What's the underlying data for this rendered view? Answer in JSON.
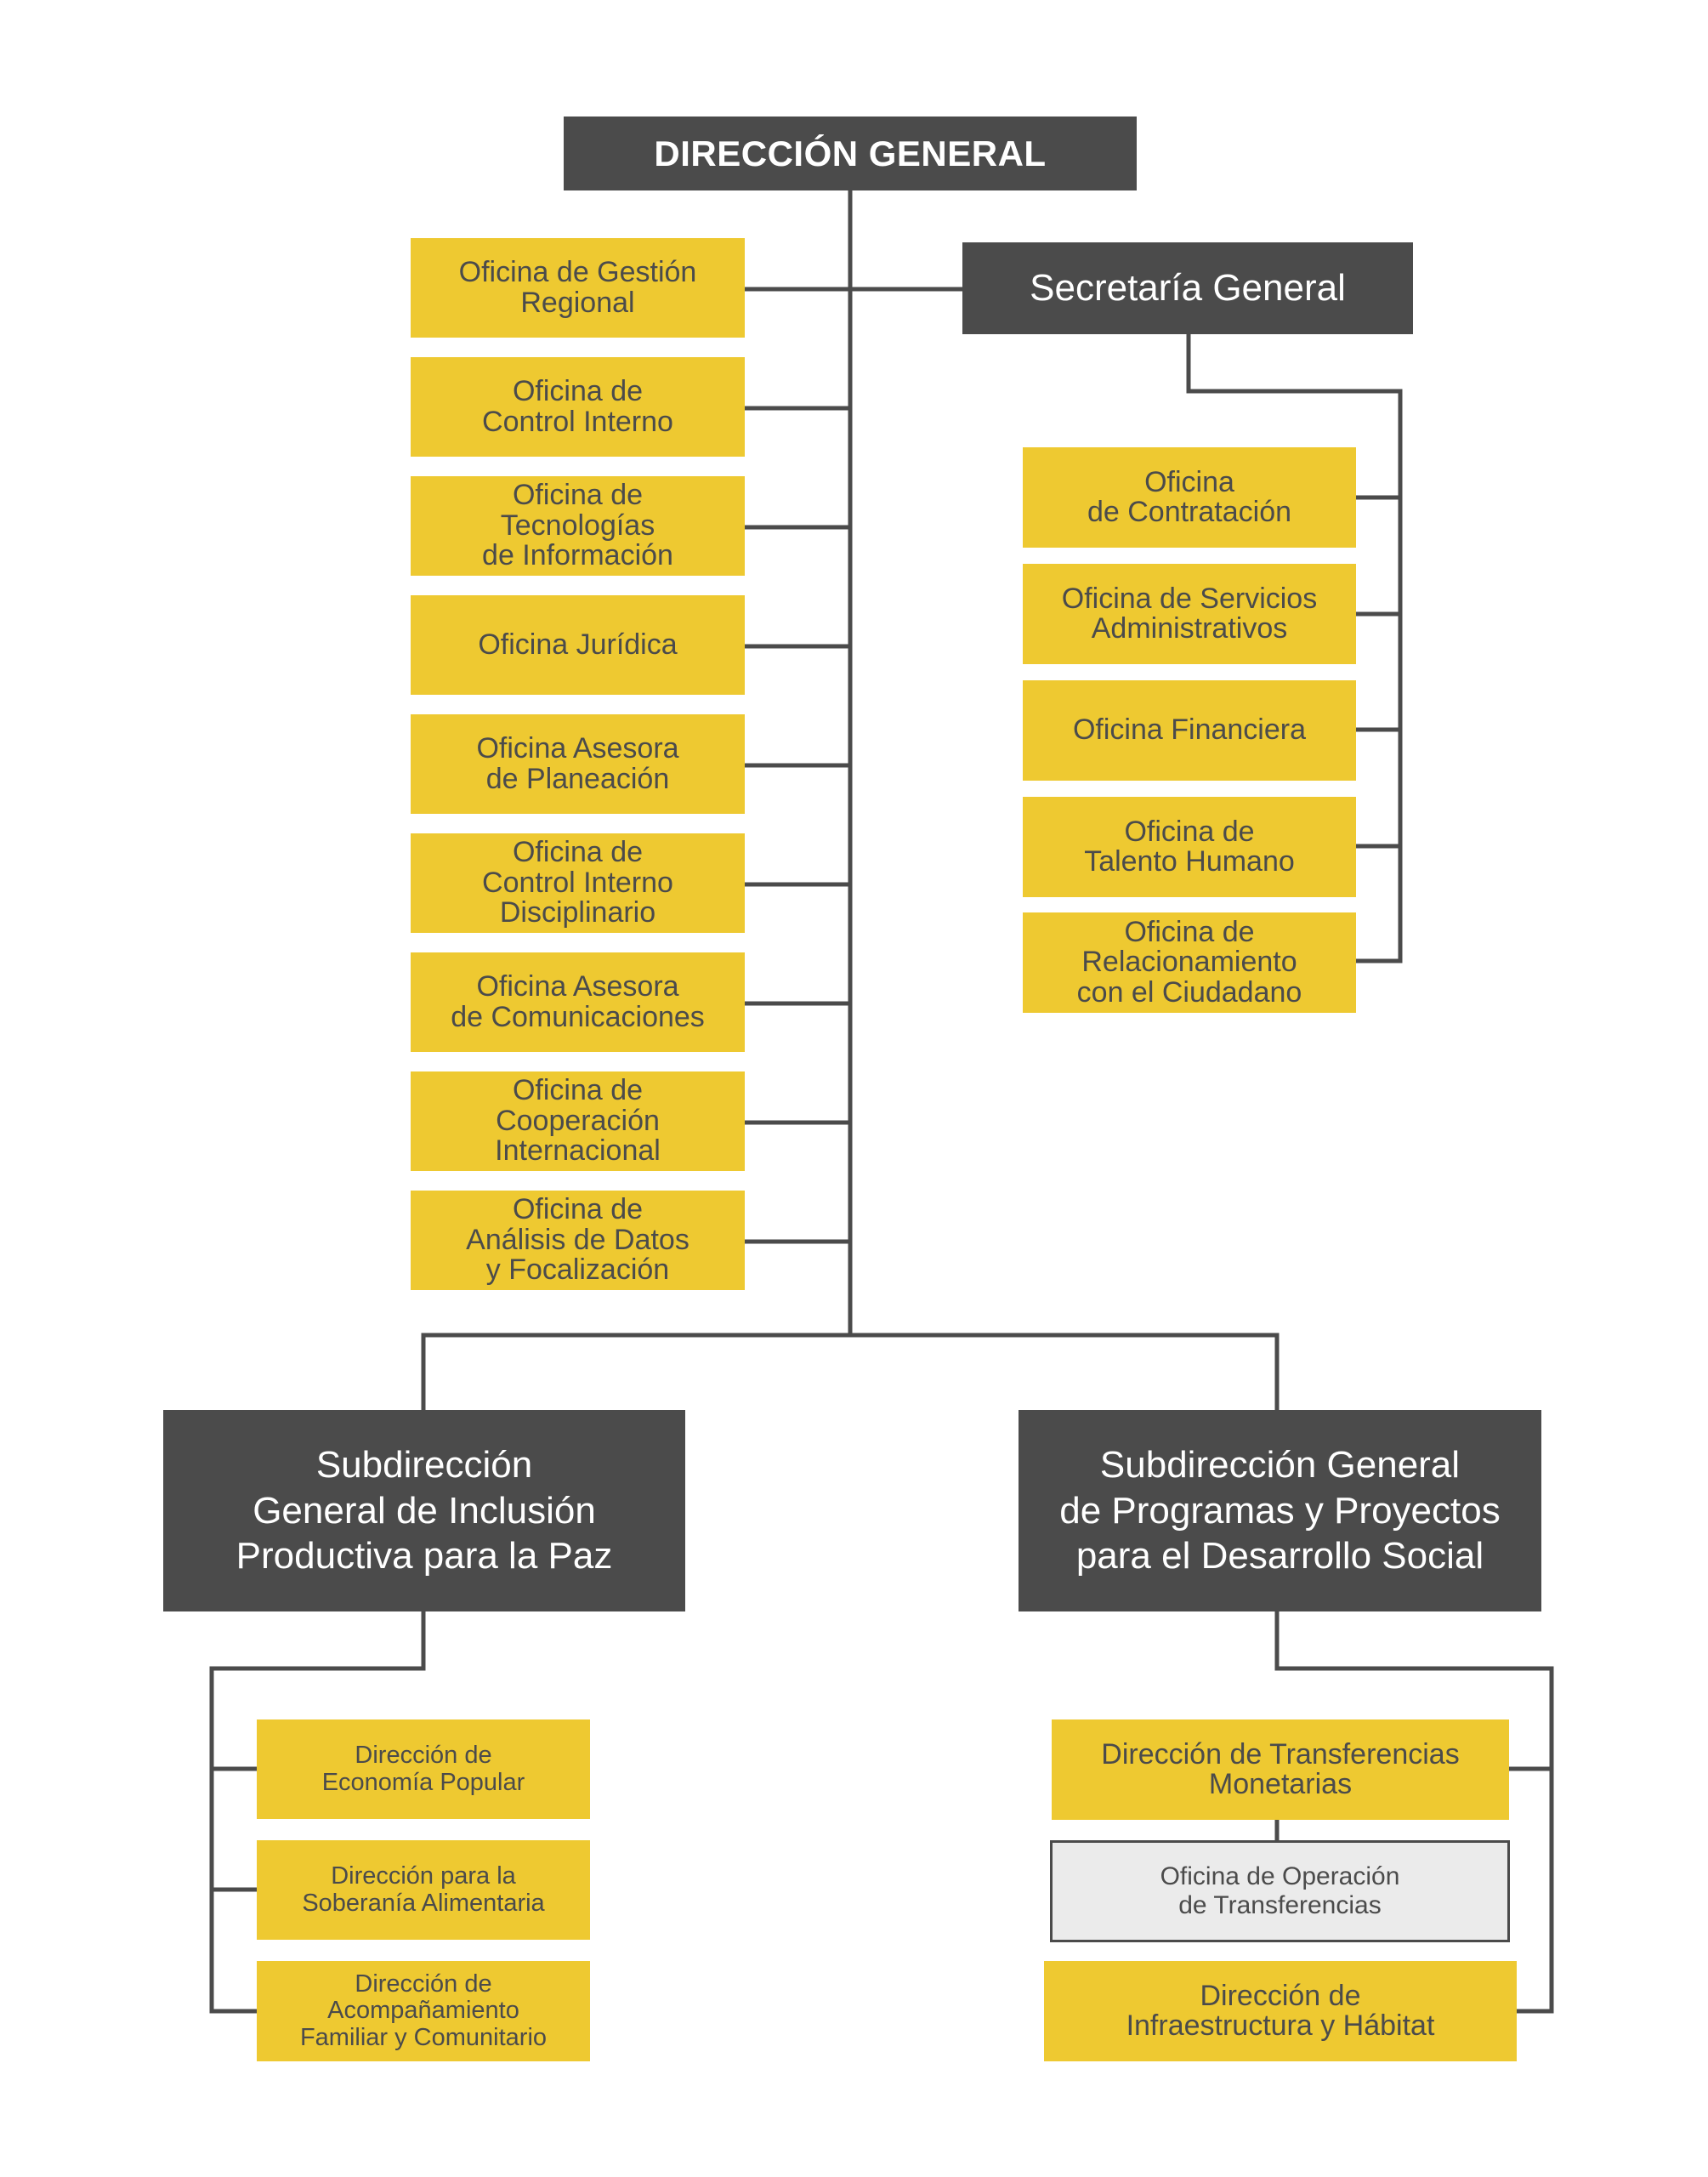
{
  "chart": {
    "root": "DIRECCIÓN GENERAL",
    "secretaria": "Secretaría General",
    "left_offices": [
      "Oficina de Gestión\nRegional",
      "Oficina de\nControl Interno",
      "Oficina de\nTecnologías\nde  Información",
      "Oficina Jurídica",
      "Oficina Asesora\nde Planeación",
      "Oficina de\nControl Interno\nDisciplinario",
      "Oficina Asesora\nde Comunicaciones",
      "Oficina de\nCooperación\nInternacional",
      "Oficina de\nAnálisis de Datos\ny Focalización"
    ],
    "secretaria_offices": [
      "Oficina\nde Contratación",
      "Oficina de Servicios\nAdministrativos",
      "Oficina Financiera",
      "Oficina de\nTalento Humano",
      "Oficina de\nRelacionamiento\ncon el Ciudadano"
    ],
    "sub_left": {
      "title": "Subdirección\nGeneral de Inclusión\nProductiva para la Paz",
      "children": [
        "Dirección de\nEconomía Popular",
        "Dirección para la\nSoberanía Alimentaria",
        "Dirección de\nAcompañamiento\nFamiliar y Comunitario"
      ]
    },
    "sub_right": {
      "title": "Subdirección General\nde Programas y Proyectos\npara el Desarrollo Social",
      "transferencias": "Dirección de Transferencias\nMonetarias",
      "operacion": "Oficina de Operación\nde Transferencias",
      "infraestructura": "Dirección de\nInfraestructura y Hábitat"
    }
  },
  "colors": {
    "dark": "#4b4b4b",
    "yellow": "#eec931",
    "light_gray": "#ebebeb",
    "line": "#4b4b4b"
  }
}
